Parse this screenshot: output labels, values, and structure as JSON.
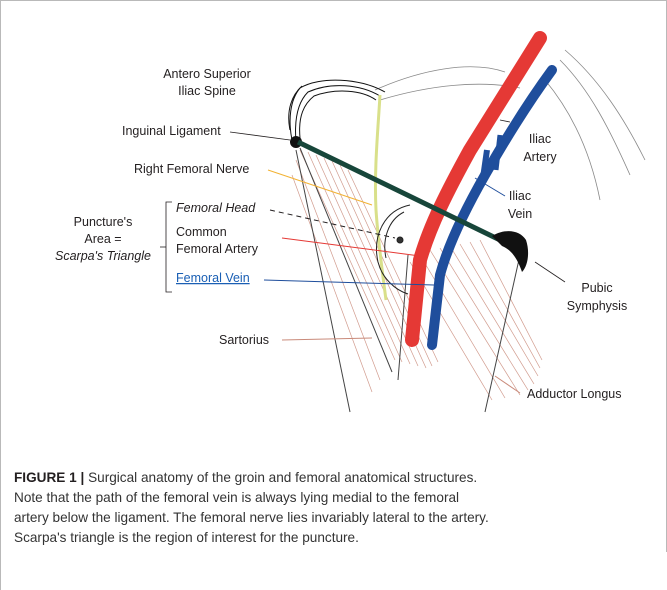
{
  "figure": {
    "labels": {
      "asis_line1": "Antero Superior",
      "asis_line2": "Iliac Spine",
      "inguinal_ligament": "Inguinal Ligament",
      "right_femoral_nerve": "Right Femoral Nerve",
      "puncture_line1": "Puncture's",
      "puncture_line2": "Area =",
      "puncture_line3": "Scarpa's Triangle",
      "femoral_head": "Femoral Head",
      "cfa_line1": "Common",
      "cfa_line2": "Femoral Artery",
      "femoral_vein": "Femoral Vein",
      "sartorius": "Sartorius",
      "iliac_artery_line1": "Iliac",
      "iliac_artery_line2": "Artery",
      "iliac_vein_line1": "Iliac",
      "iliac_vein_line2": "Vein",
      "pubic_line1": "Pubic",
      "pubic_line2": "Symphysis",
      "adductor_longus": "Adductor Longus"
    },
    "colors": {
      "artery": "#e53935",
      "vein": "#1f4e9c",
      "ligament": "#17463a",
      "nerve_leader": "#f2b233",
      "vein_leader": "#1f4e9c",
      "artery_leader": "#e53935",
      "muscle": "#c98a7a"
    }
  },
  "caption": {
    "label": "FIGURE 1 |",
    "line1": "Surgical anatomy of the groin and femoral anatomical structures.",
    "line2": "Note that the path of the femoral vein is always lying medial to the femoral",
    "line3": "artery below the ligament. The femoral nerve lies invariably lateral to the artery.",
    "line4": "Scarpa's triangle is the region of interest for the puncture."
  }
}
